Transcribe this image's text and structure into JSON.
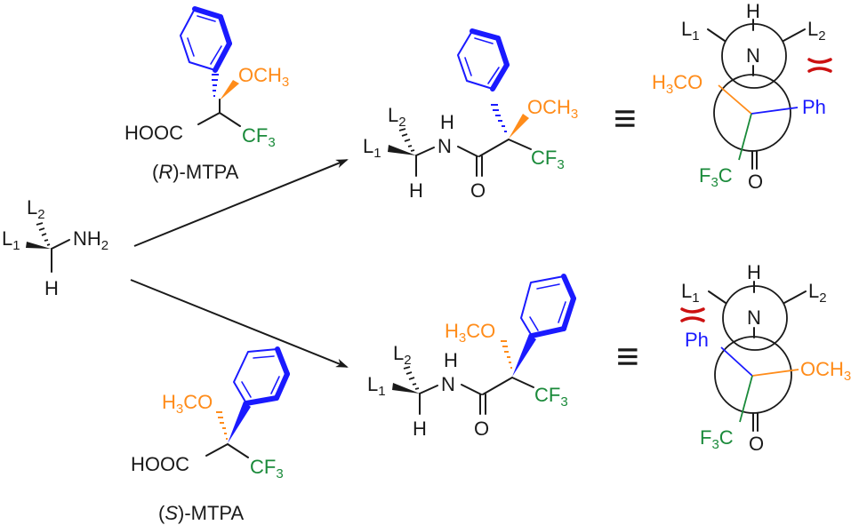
{
  "colors": {
    "black": "#1a1a1a",
    "phenyl": "#1a1aff",
    "methoxy": "#ff8c1a",
    "trifluoromethyl": "#1a8a3a",
    "steric_clash": "#cc1111"
  },
  "labels": {
    "L1": "L",
    "L2": "L",
    "sub1": "1",
    "sub2": "2",
    "sub3": "3",
    "H": "H",
    "N": "N",
    "NH": "N",
    "NH2_main": "NH",
    "O": "O",
    "OCH": "OCH",
    "H3CO_H": "H",
    "H3CO_rest": "CO",
    "CF": "CF",
    "F3C_F": "F",
    "F3C_C": "C",
    "HOOC": "HOOC",
    "Ph": "Ph"
  },
  "reagents": {
    "r_mtpa": {
      "prefix": "(",
      "config": "R",
      "suffix": ")-MTPA"
    },
    "s_mtpa": {
      "prefix": "(",
      "config": "S",
      "suffix": ")-MTPA"
    }
  },
  "relations": {
    "equivalent_symbol": "≡"
  },
  "icons": {
    "steric_clash": "steric-clash-icon",
    "reaction_arrow": "reaction-arrow-icon"
  }
}
